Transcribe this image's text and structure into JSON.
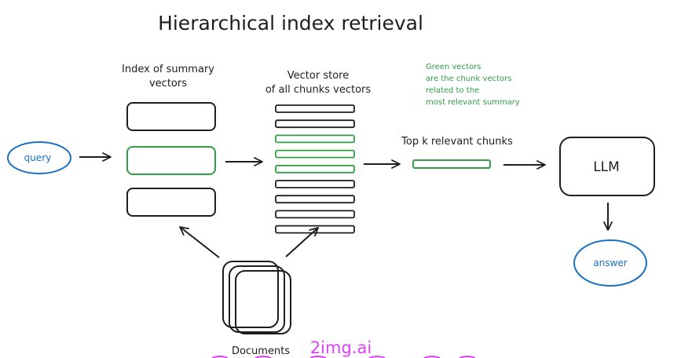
{
  "title": "Hierarchical index retrieval",
  "labels": {
    "summary_index": [
      "Index of summary",
      "vectors"
    ],
    "vector_store": [
      "Vector store",
      "of all chunks vectors"
    ],
    "note": [
      "Green vectors",
      "are the chunk vectors",
      "related to the",
      "most relevant summary"
    ],
    "top_k": "Top k relevant chunks",
    "query": "query",
    "llm": "LLM",
    "answer": "answer",
    "documents": "Documents"
  },
  "watermark": "2img.ai",
  "colors": {
    "ink": "#1e1e1e",
    "green": "#2f9e44",
    "blue": "#1971c2",
    "watermark": "#e040fb"
  },
  "summary_boxes": [
    {
      "highlight": false
    },
    {
      "highlight": true
    },
    {
      "highlight": false
    }
  ],
  "chunk_rows": [
    {
      "highlight": false
    },
    {
      "highlight": false
    },
    {
      "highlight": true
    },
    {
      "highlight": true
    },
    {
      "highlight": true
    },
    {
      "highlight": false
    },
    {
      "highlight": false
    },
    {
      "highlight": false
    },
    {
      "highlight": false
    }
  ]
}
